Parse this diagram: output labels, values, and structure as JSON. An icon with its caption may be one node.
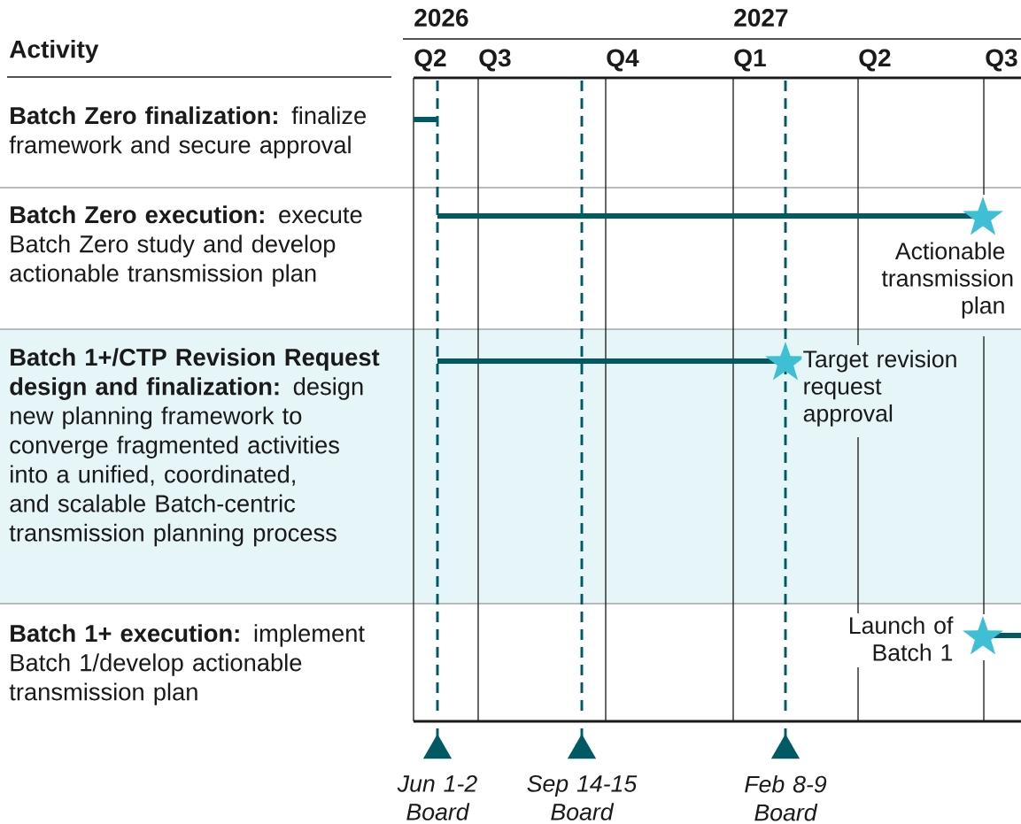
{
  "diagram": {
    "nodes": [
      {
        "text": [
          "**Batch Zero finalization:** finalize framework and secure approval"
        ]
      },
      {
        "text": [
          "**Batch Zero execution:** execute Batch Zero study and develop actionable transmission plan"
        ]
      },
      {
        "text": [
          "**Batch 1+/CTP Revision Request design and finalization:** design new planning framework to converge fragmented activities into a unified, coordinated, and scalable Batch-centric transmission planning process"
        ]
      },
      {
        "text": [
          "**Batch 1+ execution:** implement Batch 1/develop actionable transmission plan"
        ]
      },
      {
        "text": [
          "Actionable transmission plan"
        ]
      },
      {
        "text": [
          "Target revision request approval"
        ]
      },
      {
        "text": [
          "Launch of Batch 1"
        ]
      },
      {
        "text": [],
        "shape": "triangle",
        "beside": [
          "Jun 1-2 Board"
        ]
      },
      {
        "text": [],
        "shape": "triangle",
        "beside": [
          "Sep 14-15 Board"
        ]
      },
      {
        "text": [],
        "shape": "triangle",
        "beside": [
          "Feb 8-9 Board"
        ]
      }
    ],
    "labels": [
      "2026",
      "2027",
      "Activity",
      "Q2",
      "Q3",
      "Q4",
      "Q1",
      "Q2",
      "Q3"
    ]
  }
}
